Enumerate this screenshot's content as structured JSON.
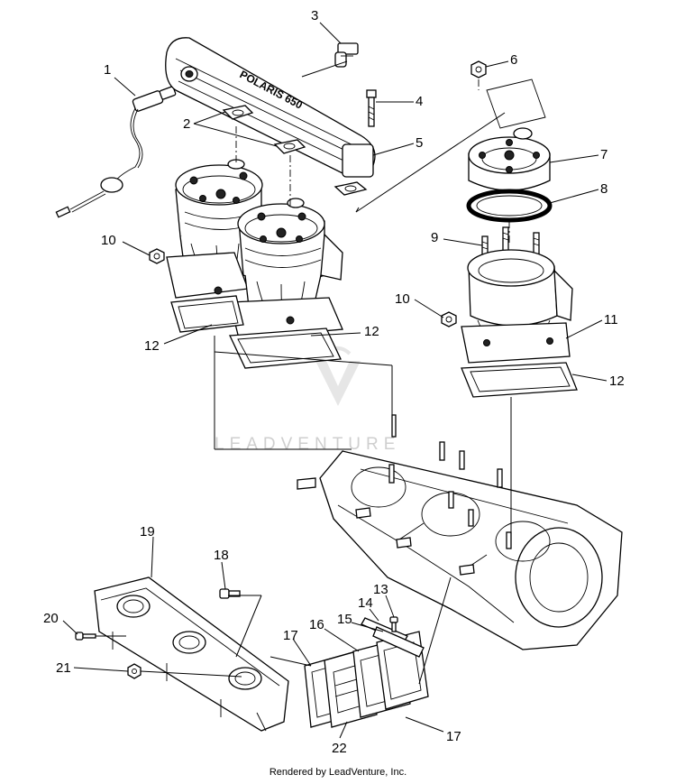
{
  "callouts": {
    "c1": "1",
    "c2": "2",
    "c3": "3",
    "c4": "4",
    "c5": "5",
    "c6": "6",
    "c7": "7",
    "c8": "8",
    "c9": "9",
    "c10a": "10",
    "c10b": "10",
    "c11": "11",
    "c12a": "12",
    "c12b": "12",
    "c12c": "12",
    "c13": "13",
    "c14": "14",
    "c15": "15",
    "c16": "16",
    "c17a": "17",
    "c17b": "17",
    "c18": "18",
    "c19": "19",
    "c20": "20",
    "c21": "21",
    "c22": "22"
  },
  "manifold_text": "POLARIS 650",
  "watermark": "LEADVENTURE",
  "footer": "Rendered by LeadVenture, Inc."
}
